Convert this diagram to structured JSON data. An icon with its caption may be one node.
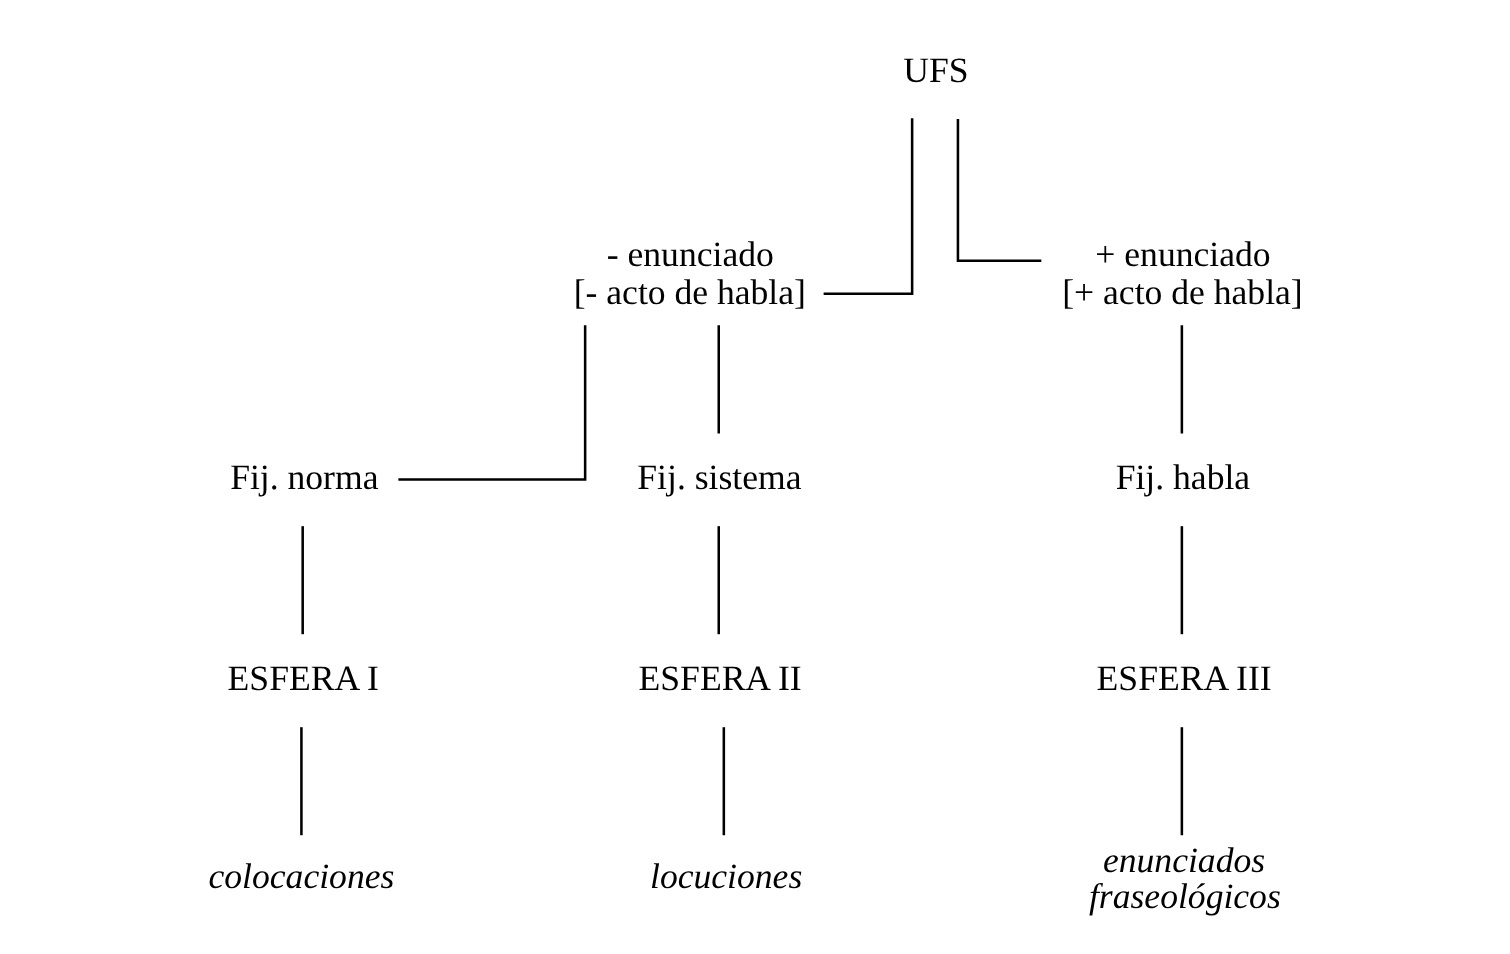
{
  "diagram": {
    "nodes": [
      {
        "text": [
          "UFS"
        ]
      },
      {
        "text": [
          "- enunciado",
          "[- acto de habla]"
        ]
      },
      {
        "text": [
          "+ enunciado",
          "[+ acto de habla]"
        ]
      },
      {
        "text": [
          "Fij. norma"
        ]
      },
      {
        "text": [
          "Fij. sistema"
        ]
      },
      {
        "text": [
          "Fij. habla"
        ]
      },
      {
        "text": [
          "ESFERA I"
        ]
      },
      {
        "text": [
          "ESFERA II"
        ]
      },
      {
        "text": [
          "ESFERA III"
        ]
      },
      {
        "text": [
          "colocaciones"
        ]
      },
      {
        "text": [
          "locuciones"
        ]
      },
      {
        "text": [
          "enunciados fraseológicos"
        ]
      }
    ],
    "edges": [
      {
        "from": 0,
        "to": 1,
        "arrow": "none"
      },
      {
        "from": 0,
        "to": 2,
        "arrow": "none"
      },
      {
        "from": 1,
        "to": 3,
        "arrow": "none"
      },
      {
        "from": 1,
        "to": 4,
        "arrow": "none"
      },
      {
        "from": 2,
        "to": 5,
        "arrow": "none"
      },
      {
        "from": 3,
        "to": 6,
        "arrow": "none"
      },
      {
        "from": 4,
        "to": 7,
        "arrow": "none"
      },
      {
        "from": 5,
        "to": 8,
        "arrow": "none"
      },
      {
        "from": 6,
        "to": 9,
        "arrow": "none"
      },
      {
        "from": 7,
        "to": 10,
        "arrow": "none"
      },
      {
        "from": 8,
        "to": 11,
        "arrow": "none"
      }
    ]
  }
}
